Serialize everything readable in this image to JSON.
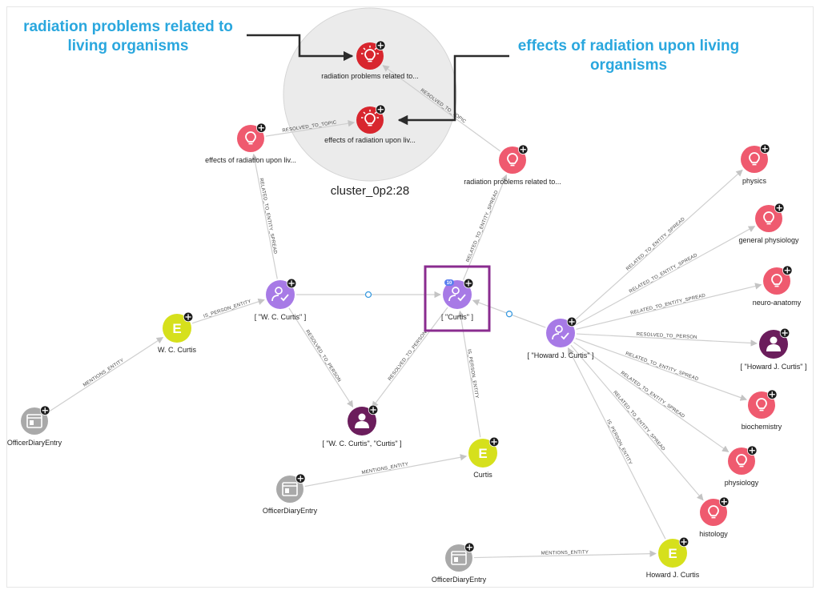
{
  "callouts": {
    "left": "radiation problems related to living organisms",
    "right": "effects of radiation upon living organisms"
  },
  "cluster": {
    "label": "cluster_0p2:28"
  },
  "colors": {
    "topic": "#ef5a6f",
    "cluster_topic": "#d8262e",
    "resolved_entity": "#a77ae6",
    "person": "#6b1d5c",
    "entity": "#d6e01c",
    "document": "#a9a9a9",
    "highlight": "#8a2c8f",
    "callout_text": "#2aa7de",
    "edge": "#cfcfcf",
    "badge": "#5b7ff0"
  },
  "nodes": [
    {
      "id": "c_topic1",
      "type": "cluster_topic",
      "label": "radiation problems related to...",
      "icon": "lightbulb-icon"
    },
    {
      "id": "c_topic2",
      "type": "cluster_topic",
      "label": "effects of radiation upon liv...",
      "icon": "lightbulb-icon"
    },
    {
      "id": "topic_eff",
      "type": "topic",
      "label": "effects of radiation upon liv...",
      "icon": "lightbulb-icon"
    },
    {
      "id": "topic_rad",
      "type": "topic",
      "label": "radiation problems related to...",
      "icon": "lightbulb-icon"
    },
    {
      "id": "wc_re",
      "type": "resolved_entity",
      "label": "[ \"W. C. Curtis\" ]",
      "icon": "person-check-icon"
    },
    {
      "id": "curtis_re",
      "type": "resolved_entity",
      "label": "[ \"Curtis\" ]",
      "icon": "person-check-icon",
      "badge": "10",
      "highlighted": true
    },
    {
      "id": "hjc_re",
      "type": "resolved_entity",
      "label": "[ \"Howard J. Curtis\" ]",
      "icon": "person-check-icon"
    },
    {
      "id": "wc_e",
      "type": "entity",
      "label": "W. C. Curtis",
      "icon": "E"
    },
    {
      "id": "doc1",
      "type": "document",
      "label": "OfficerDiaryEntry",
      "icon": "document-icon"
    },
    {
      "id": "person_wc",
      "type": "person",
      "label": "[ \"W. C. Curtis\", \"Curtis\" ]",
      "icon": "person-icon"
    },
    {
      "id": "curtis_e",
      "type": "entity",
      "label": "Curtis",
      "icon": "E"
    },
    {
      "id": "doc2",
      "type": "document",
      "label": "OfficerDiaryEntry",
      "icon": "document-icon"
    },
    {
      "id": "doc3",
      "type": "document",
      "label": "OfficerDiaryEntry",
      "icon": "document-icon"
    },
    {
      "id": "hjc_e",
      "type": "entity",
      "label": "Howard J. Curtis",
      "icon": "E"
    },
    {
      "id": "physics",
      "type": "topic",
      "label": "physics",
      "icon": "lightbulb-icon"
    },
    {
      "id": "genphys",
      "type": "topic",
      "label": "general physiology",
      "icon": "lightbulb-icon"
    },
    {
      "id": "neuro",
      "type": "topic",
      "label": "neuro-anatomy",
      "icon": "lightbulb-icon"
    },
    {
      "id": "person_hjc",
      "type": "person",
      "label": "[ \"Howard J. Curtis\" ]",
      "icon": "person-icon"
    },
    {
      "id": "biochem",
      "type": "topic",
      "label": "biochemistry",
      "icon": "lightbulb-icon"
    },
    {
      "id": "physio",
      "type": "topic",
      "label": "physiology",
      "icon": "lightbulb-icon"
    },
    {
      "id": "histo",
      "type": "topic",
      "label": "histology",
      "icon": "lightbulb-icon"
    }
  ],
  "edges": [
    {
      "from": "topic_eff",
      "to": "c_topic2",
      "label": "RESOLVED_TO_TOPIC"
    },
    {
      "from": "topic_rad",
      "to": "c_topic1",
      "label": "RESOLVED_TO_TOPIC"
    },
    {
      "from": "wc_re",
      "to": "topic_eff",
      "label": "RELATED_TO_ENTITY_SPREAD"
    },
    {
      "from": "curtis_re",
      "to": "topic_rad",
      "label": "RELATED_TO_ENTITY_SPREAD"
    },
    {
      "from": "wc_re",
      "to": "curtis_re",
      "label": ""
    },
    {
      "from": "wc_e",
      "to": "wc_re",
      "label": "IS_PERSON_ENTITY"
    },
    {
      "from": "doc1",
      "to": "wc_e",
      "label": "MENTIONS_ENTITY"
    },
    {
      "from": "wc_re",
      "to": "person_wc",
      "label": "RESOLVED_TO_PERSON"
    },
    {
      "from": "curtis_re",
      "to": "person_wc",
      "label": "RESOLVED_TO_PERSON"
    },
    {
      "from": "curtis_e",
      "to": "curtis_re",
      "label": "IS_PERSON_ENTITY"
    },
    {
      "from": "doc2",
      "to": "curtis_e",
      "label": "MENTIONS_ENTITY"
    },
    {
      "from": "hjc_re",
      "to": "curtis_re",
      "label": ""
    },
    {
      "from": "hjc_re",
      "to": "physics",
      "label": "RELATED_TO_ENTITY_SPREAD"
    },
    {
      "from": "hjc_re",
      "to": "genphys",
      "label": "RELATED_TO_ENTITY_SPREAD"
    },
    {
      "from": "hjc_re",
      "to": "neuro",
      "label": "RELATED_TO_ENTITY_SPREAD"
    },
    {
      "from": "hjc_re",
      "to": "person_hjc",
      "label": "RESOLVED_TO_PERSON"
    },
    {
      "from": "hjc_re",
      "to": "biochem",
      "label": "RELATED_TO_ENTITY_SPREAD"
    },
    {
      "from": "hjc_re",
      "to": "physio",
      "label": "RELATED_TO_ENTITY_SPREAD"
    },
    {
      "from": "hjc_re",
      "to": "histo",
      "label": "RELATED_TO_ENTITY_SPREAD"
    },
    {
      "from": "hjc_e",
      "to": "hjc_re",
      "label": "IS_PERSON_ENTITY"
    },
    {
      "from": "doc3",
      "to": "hjc_e",
      "label": "MENTIONS_ENTITY"
    }
  ]
}
